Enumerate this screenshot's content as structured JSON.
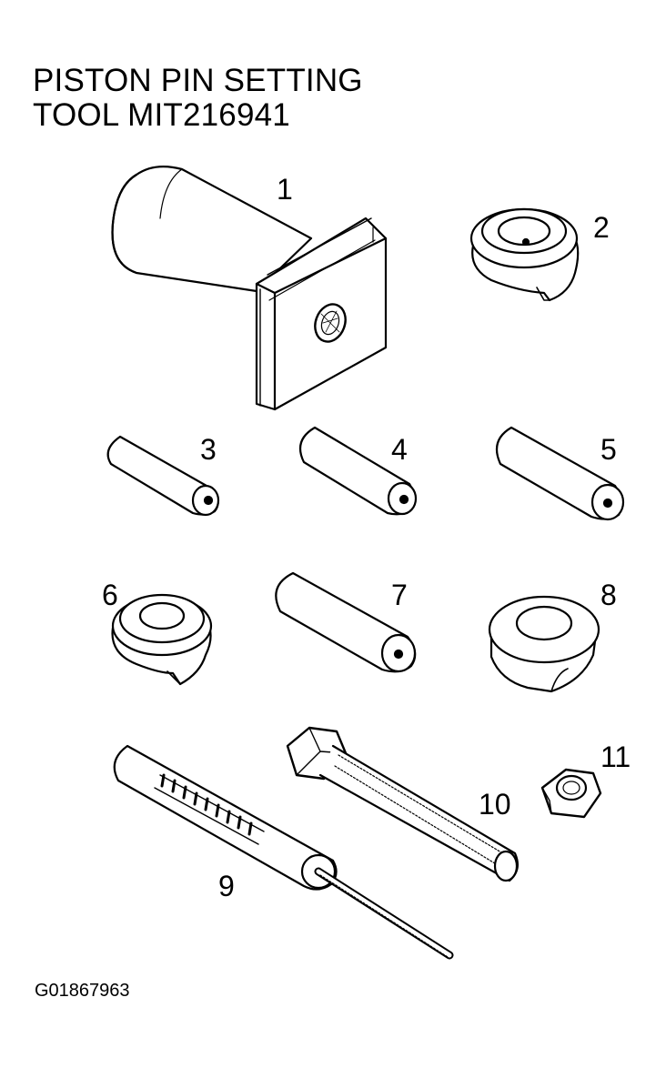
{
  "title": {
    "line1": "PISTON PIN SETTING",
    "line2": "TOOL MIT216941"
  },
  "parts": [
    {
      "label": "1",
      "name": "guide-block"
    },
    {
      "label": "2",
      "name": "push-rod-adapter"
    },
    {
      "label": "3",
      "name": "guide-pin-small"
    },
    {
      "label": "4",
      "name": "guide-pin-medium"
    },
    {
      "label": "5",
      "name": "guide-pin-large"
    },
    {
      "label": "6",
      "name": "push-rod-adapter"
    },
    {
      "label": "7",
      "name": "guide-pin"
    },
    {
      "label": "8",
      "name": "base-adapter"
    },
    {
      "label": "9",
      "name": "push-rod-with-scale"
    },
    {
      "label": "10",
      "name": "bolt"
    },
    {
      "label": "11",
      "name": "nut"
    }
  ],
  "figure_code": "G01867963"
}
